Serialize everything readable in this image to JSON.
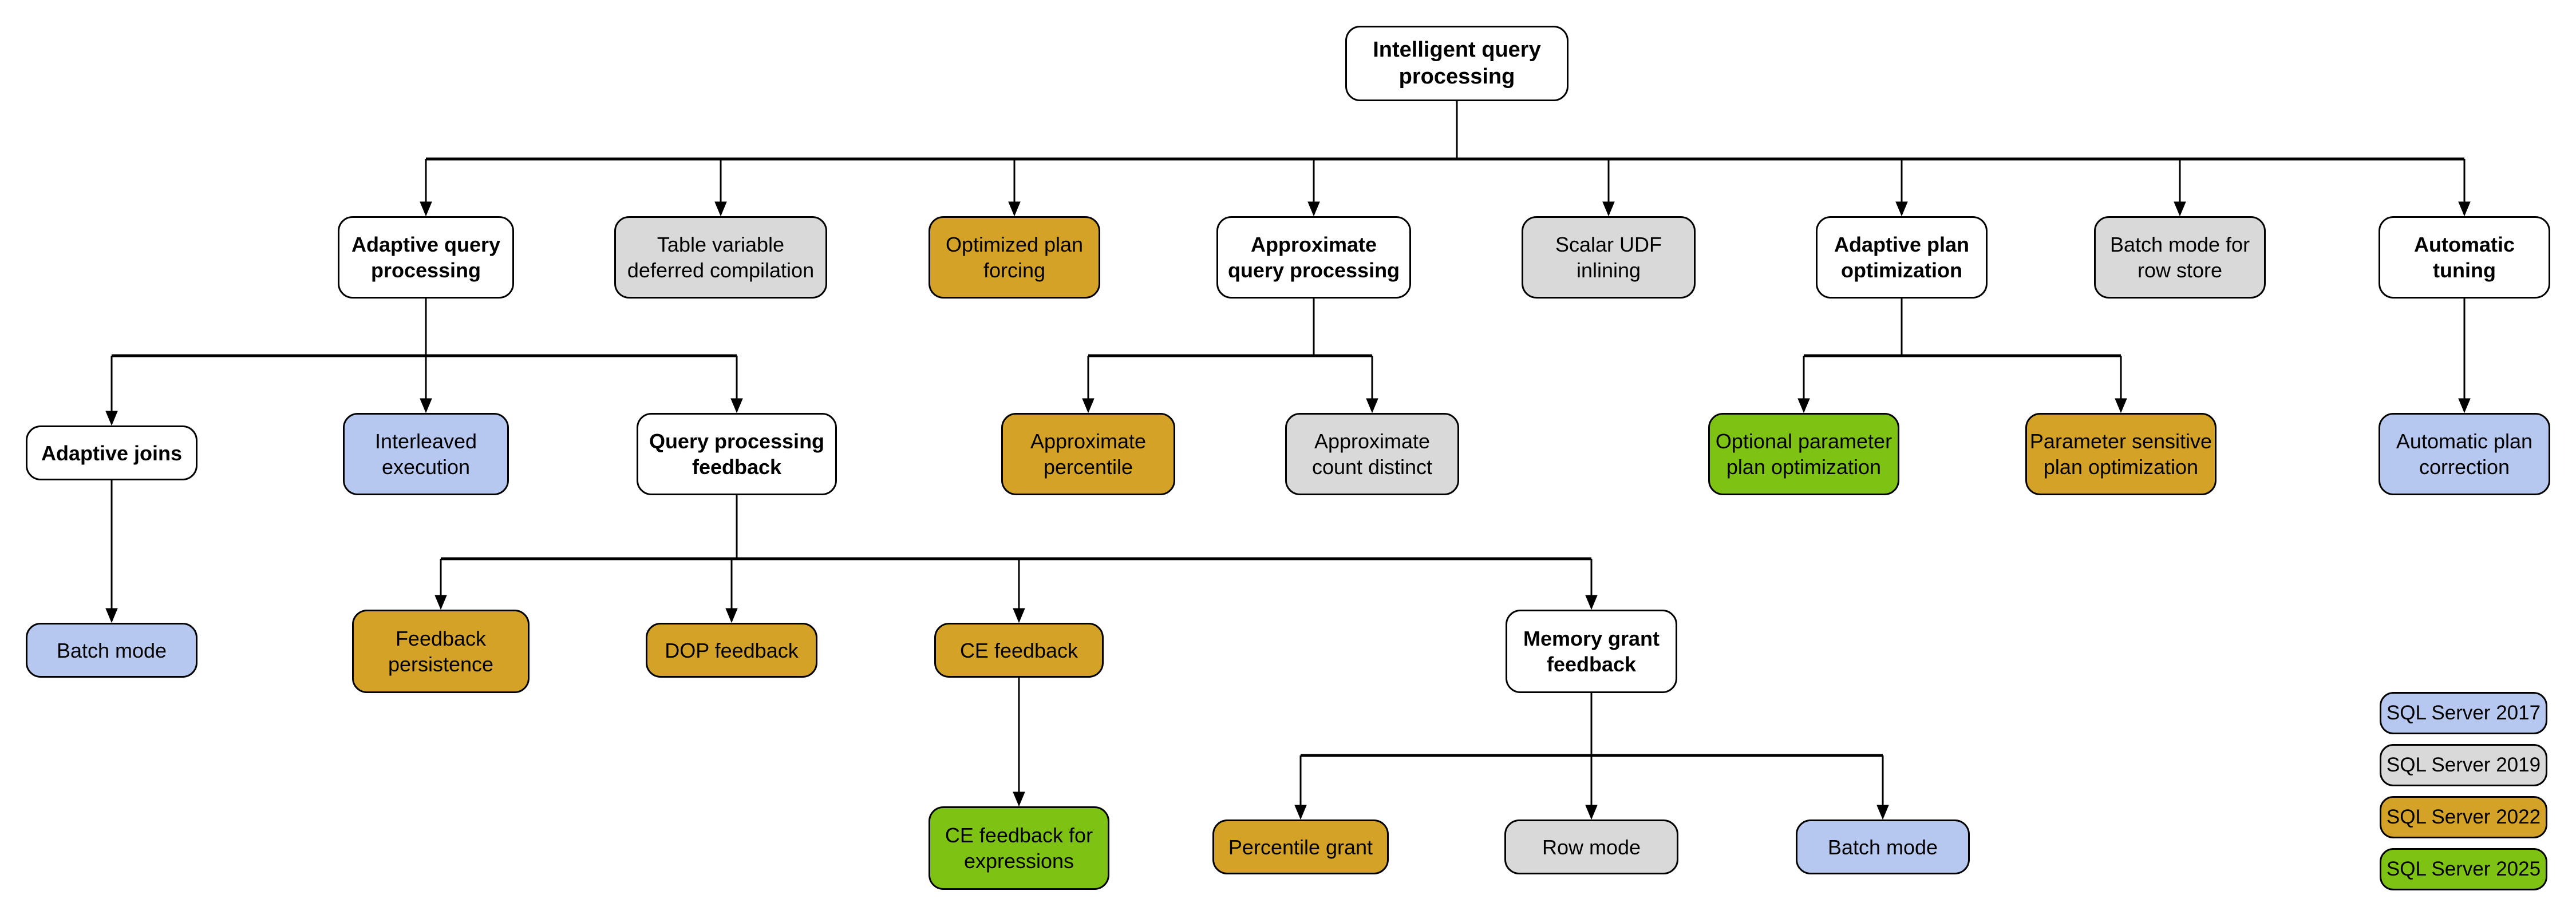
{
  "palette": {
    "category": "#ffffff",
    "sql2017": "#b6c8f0",
    "sql2019": "#d9d9d9",
    "sql2022": "#d3a226",
    "sql2025": "#7ec314"
  },
  "nodes": {
    "iqp": {
      "label": "Intelligent query\nprocessing",
      "version": "category"
    },
    "aqp": {
      "label": "Adaptive query\nprocessing",
      "version": "category"
    },
    "tvdc": {
      "label": "Table variable\ndeferred compilation",
      "version": "sql2019"
    },
    "opf": {
      "label": "Optimized plan\nforcing",
      "version": "sql2022"
    },
    "aqp2": {
      "label": "Approximate\nquery processing",
      "version": "category"
    },
    "sudf": {
      "label": "Scalar UDF\ninlining",
      "version": "sql2019"
    },
    "apo": {
      "label": "Adaptive plan\noptimization",
      "version": "category"
    },
    "bmrs": {
      "label": "Batch mode for\nrow store",
      "version": "sql2019"
    },
    "at": {
      "label": "Automatic\ntuning",
      "version": "category"
    },
    "aj": {
      "label": "Adaptive joins",
      "version": "category"
    },
    "ie": {
      "label": "Interleaved\nexecution",
      "version": "sql2017"
    },
    "qpf": {
      "label": "Query processing\nfeedback",
      "version": "category"
    },
    "ap": {
      "label": "Approximate\npercentile",
      "version": "sql2022"
    },
    "acd": {
      "label": "Approximate\ncount distinct",
      "version": "sql2019"
    },
    "oppo": {
      "label": "Optional parameter\nplan optimization",
      "version": "sql2025"
    },
    "pspo": {
      "label": "Parameter sensitive\nplan optimization",
      "version": "sql2022"
    },
    "apc": {
      "label": "Automatic plan\ncorrection",
      "version": "sql2017"
    },
    "bm_aj": {
      "label": "Batch mode",
      "version": "sql2017"
    },
    "fp": {
      "label": "Feedback\npersistence",
      "version": "sql2022"
    },
    "dop": {
      "label": "DOP feedback",
      "version": "sql2022"
    },
    "cef": {
      "label": "CE feedback",
      "version": "sql2022"
    },
    "mgf": {
      "label": "Memory grant\nfeedback",
      "version": "category"
    },
    "cefe": {
      "label": "CE feedback for\nexpressions",
      "version": "sql2025"
    },
    "pg": {
      "label": "Percentile grant",
      "version": "sql2022"
    },
    "rm": {
      "label": "Row mode",
      "version": "sql2019"
    },
    "bm_mgf": {
      "label": "Batch mode",
      "version": "sql2017"
    }
  },
  "legend": {
    "items": [
      {
        "label": "SQL Server 2017",
        "version": "sql2017"
      },
      {
        "label": "SQL Server 2019",
        "version": "sql2019"
      },
      {
        "label": "SQL Server 2022",
        "version": "sql2022"
      },
      {
        "label": "SQL Server 2025",
        "version": "sql2025"
      }
    ]
  }
}
